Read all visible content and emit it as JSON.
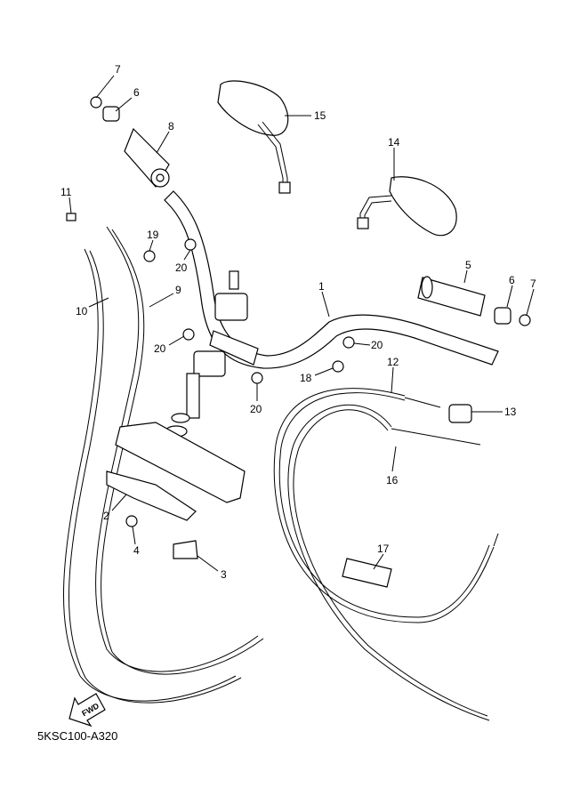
{
  "diagram": {
    "code": "5KSC100-A320",
    "fwd_arrow_label": "FWD",
    "callouts": [
      "7",
      "6",
      "8",
      "15",
      "14",
      "11",
      "19",
      "20",
      "9",
      "10",
      "1",
      "5",
      "6",
      "7",
      "20",
      "20",
      "18",
      "12",
      "13",
      "20",
      "16",
      "2",
      "4",
      "3",
      "17"
    ]
  }
}
